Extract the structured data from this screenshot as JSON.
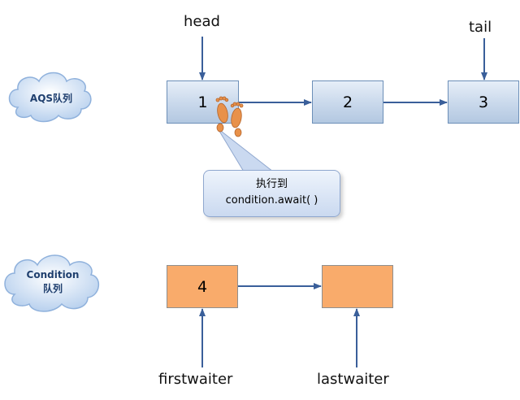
{
  "aqs_queue": {
    "label": "AQS队列",
    "nodes": [
      "1",
      "2",
      "3"
    ],
    "head_label": "head",
    "tail_label": "tail"
  },
  "condition_queue": {
    "label_line1": "Condition",
    "label_line2": "队列",
    "nodes": [
      "4",
      ""
    ],
    "first_label": "firstwaiter",
    "last_label": "lastwaiter"
  },
  "callout": {
    "line1": "执行到",
    "line2": "condition.await( )"
  },
  "icons": {
    "thread": "footprints-icon",
    "queue_badge": "cloud-icon"
  },
  "colors": {
    "aqs_node_fill": "#c6d6ea",
    "condition_node_fill": "#f9ab6b",
    "arrow": "#3a5f9a",
    "callout_fill": "#cad9f0",
    "footprint": "#e8914a"
  }
}
